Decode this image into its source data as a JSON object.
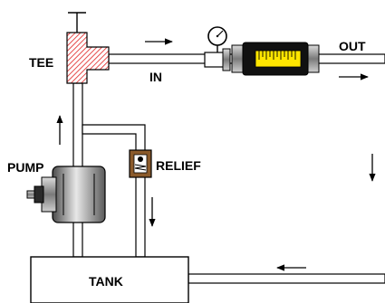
{
  "labels": {
    "tee": "TEE",
    "in": "IN",
    "out": "OUT",
    "pump": "PUMP",
    "relief": "RELIEF",
    "tank": "TANK"
  },
  "colors": {
    "pipe_stroke": "#000000",
    "pipe_fill": "#ffffff",
    "tee_hatch": "#e02020",
    "flowmeter_yellow": "#ffe600",
    "flowmeter_dark": "#111111",
    "metal_gray": "#9a9a9a",
    "relief_brown": "#8a5a2b"
  },
  "icons": [
    "tee-fitting",
    "pressure-gauge-icon",
    "valve-icon",
    "flowmeter-icon",
    "pump-icon",
    "relief-valve-icon",
    "tank",
    "flow-arrow"
  ]
}
